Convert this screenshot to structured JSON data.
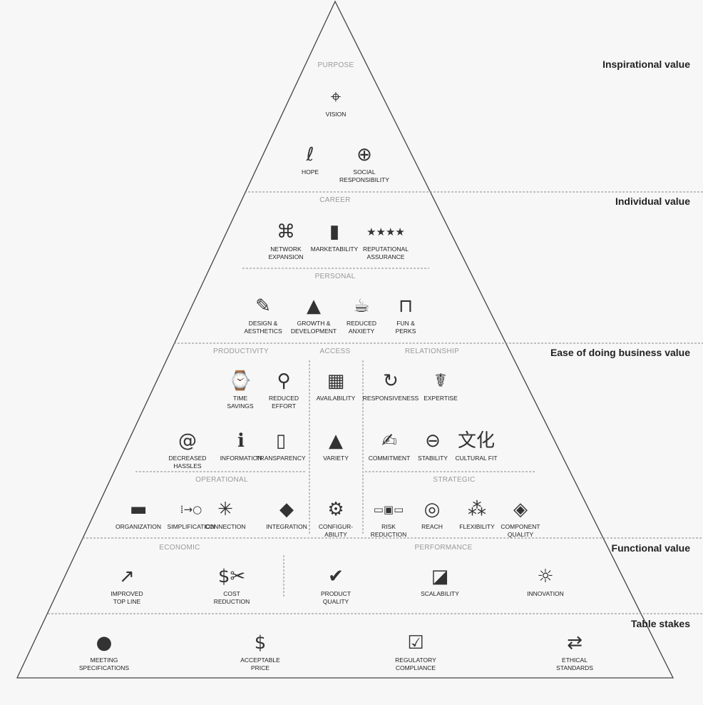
{
  "tiers": [
    "Inspirational value",
    "Individual value",
    "Ease of doing business value",
    "Functional value",
    "Table stakes"
  ],
  "headers": [
    "PURPOSE",
    "CAREER",
    "PERSONAL",
    "PRODUCTIVITY",
    "ACCESS",
    "RELATIONSHIP",
    "OPERATIONAL",
    "STRATEGIC",
    "ECONOMIC",
    "PERFORMANCE"
  ],
  "items": [
    {
      "label": "VISION",
      "icon": "telescope-icon",
      "glyph": "⌖"
    },
    {
      "label": "HOPE",
      "icon": "ribbon-icon",
      "glyph": "ℓ"
    },
    {
      "label": "SOCIAL\nRESPONSIBILITY",
      "icon": "globe-hands-icon",
      "glyph": "⊕"
    },
    {
      "label": "NETWORK\nEXPANSION",
      "icon": "network-icon",
      "glyph": "⌘"
    },
    {
      "label": "MARKETABILITY",
      "icon": "battery-star-icon",
      "glyph": "▮"
    },
    {
      "label": "REPUTATIONAL\nASSURANCE",
      "icon": "stars-icon",
      "glyph": "★★★★"
    },
    {
      "label": "DESIGN &\nAESTHETICS",
      "icon": "pencil-ruler-icon",
      "glyph": "✎"
    },
    {
      "label": "GROWTH &\nDEVELOPMENT",
      "icon": "sprout-icon",
      "glyph": "▲"
    },
    {
      "label": "REDUCED\nANXIETY",
      "icon": "tea-cup-icon",
      "glyph": "☕"
    },
    {
      "label": "FUN &\nPERKS",
      "icon": "shopping-bag-icon",
      "glyph": "⊓"
    },
    {
      "label": "TIME\nSAVINGS",
      "icon": "watch-icon",
      "glyph": "⌚"
    },
    {
      "label": "REDUCED\nEFFORT",
      "icon": "pulley-icon",
      "glyph": "⚲"
    },
    {
      "label": "AVAILABILITY",
      "icon": "calendar-grid-icon",
      "glyph": "▦"
    },
    {
      "label": "RESPONSIVENESS",
      "icon": "loop-arrow-icon",
      "glyph": "↻"
    },
    {
      "label": "EXPERTISE",
      "icon": "doctor-icon",
      "glyph": "☤"
    },
    {
      "label": "DECREASED\nHASSLES",
      "icon": "spiral-arrow-icon",
      "glyph": "@"
    },
    {
      "label": "INFORMATION",
      "icon": "info-icon",
      "glyph": "ℹ"
    },
    {
      "label": "TRANSPARENCY",
      "icon": "window-icon",
      "glyph": "▯"
    },
    {
      "label": "VARIETY",
      "icon": "shapes-icon",
      "glyph": "▲"
    },
    {
      "label": "COMMITMENT",
      "icon": "signing-pen-icon",
      "glyph": "✍"
    },
    {
      "label": "STABILITY",
      "icon": "gyroscope-icon",
      "glyph": "⊖"
    },
    {
      "label": "CULTURAL FIT",
      "icon": "culture-characters-icon",
      "glyph": "文化"
    },
    {
      "label": "ORGANIZATION",
      "icon": "folders-icon",
      "glyph": "▬"
    },
    {
      "label": "SIMPLIFICATION",
      "icon": "dots-to-circle-icon",
      "glyph": "⁞→○"
    },
    {
      "label": "CONNECTION",
      "icon": "hub-icon",
      "glyph": "✳"
    },
    {
      "label": "INTEGRATION",
      "icon": "puzzle-icon",
      "glyph": "◆"
    },
    {
      "label": "CONFIGUR-\nABILITY",
      "icon": "wrench-icon",
      "glyph": "⚙"
    },
    {
      "label": "RISK\nREDUCTION",
      "icon": "seatbelt-icon",
      "glyph": "▭▣▭"
    },
    {
      "label": "REACH",
      "icon": "antenna-icon",
      "glyph": "◎"
    },
    {
      "label": "FLEXIBILITY",
      "icon": "spring-icon",
      "glyph": "⁂"
    },
    {
      "label": "COMPONENT\nQUALITY",
      "icon": "chip-icon",
      "glyph": "◈"
    },
    {
      "label": "IMPROVED\nTOP LINE",
      "icon": "growth-chart-icon",
      "glyph": "↗"
    },
    {
      "label": "COST\nREDUCTION",
      "icon": "price-tag-scissors-icon",
      "glyph": "$✂"
    },
    {
      "label": "PRODUCT\nQUALITY",
      "icon": "thumbs-up-icon",
      "glyph": "✔"
    },
    {
      "label": "SCALABILITY",
      "icon": "scale-square-icon",
      "glyph": "◪"
    },
    {
      "label": "INNOVATION",
      "icon": "lightbulb-icon",
      "glyph": "☼"
    },
    {
      "label": "MEETING\nSPECIFICATIONS",
      "icon": "measured-dot-icon",
      "glyph": "●"
    },
    {
      "label": "ACCEPTABLE\nPRICE",
      "icon": "hand-money-icon",
      "glyph": "$"
    },
    {
      "label": "REGULATORY\nCOMPLIANCE",
      "icon": "checklist-icon",
      "glyph": "☑"
    },
    {
      "label": "ETHICAL\nSTANDARDS",
      "icon": "handshake-icon",
      "glyph": "⇄"
    }
  ]
}
